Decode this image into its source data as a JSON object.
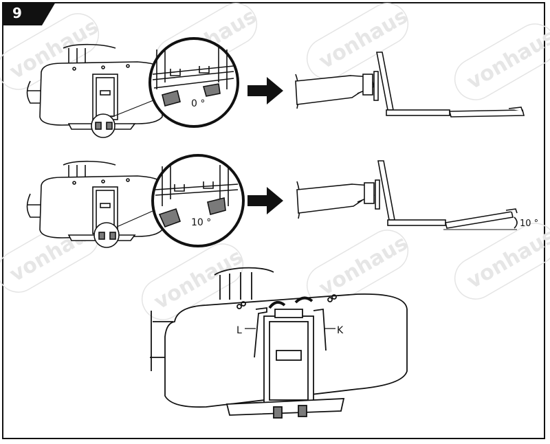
{
  "step": {
    "number": "9"
  },
  "watermark": {
    "text": "vonhaus"
  },
  "callouts": {
    "top_angle": "0 °",
    "middle_angle": "10 °",
    "side_angle": "10 °",
    "left_handle": "L",
    "right_handle": "K"
  },
  "colors": {
    "line": "#111111",
    "badge": "#111111",
    "part_fill": "#ffffff",
    "clip_fill": "#7a7a7a",
    "watermark": "#e4e4e4"
  }
}
